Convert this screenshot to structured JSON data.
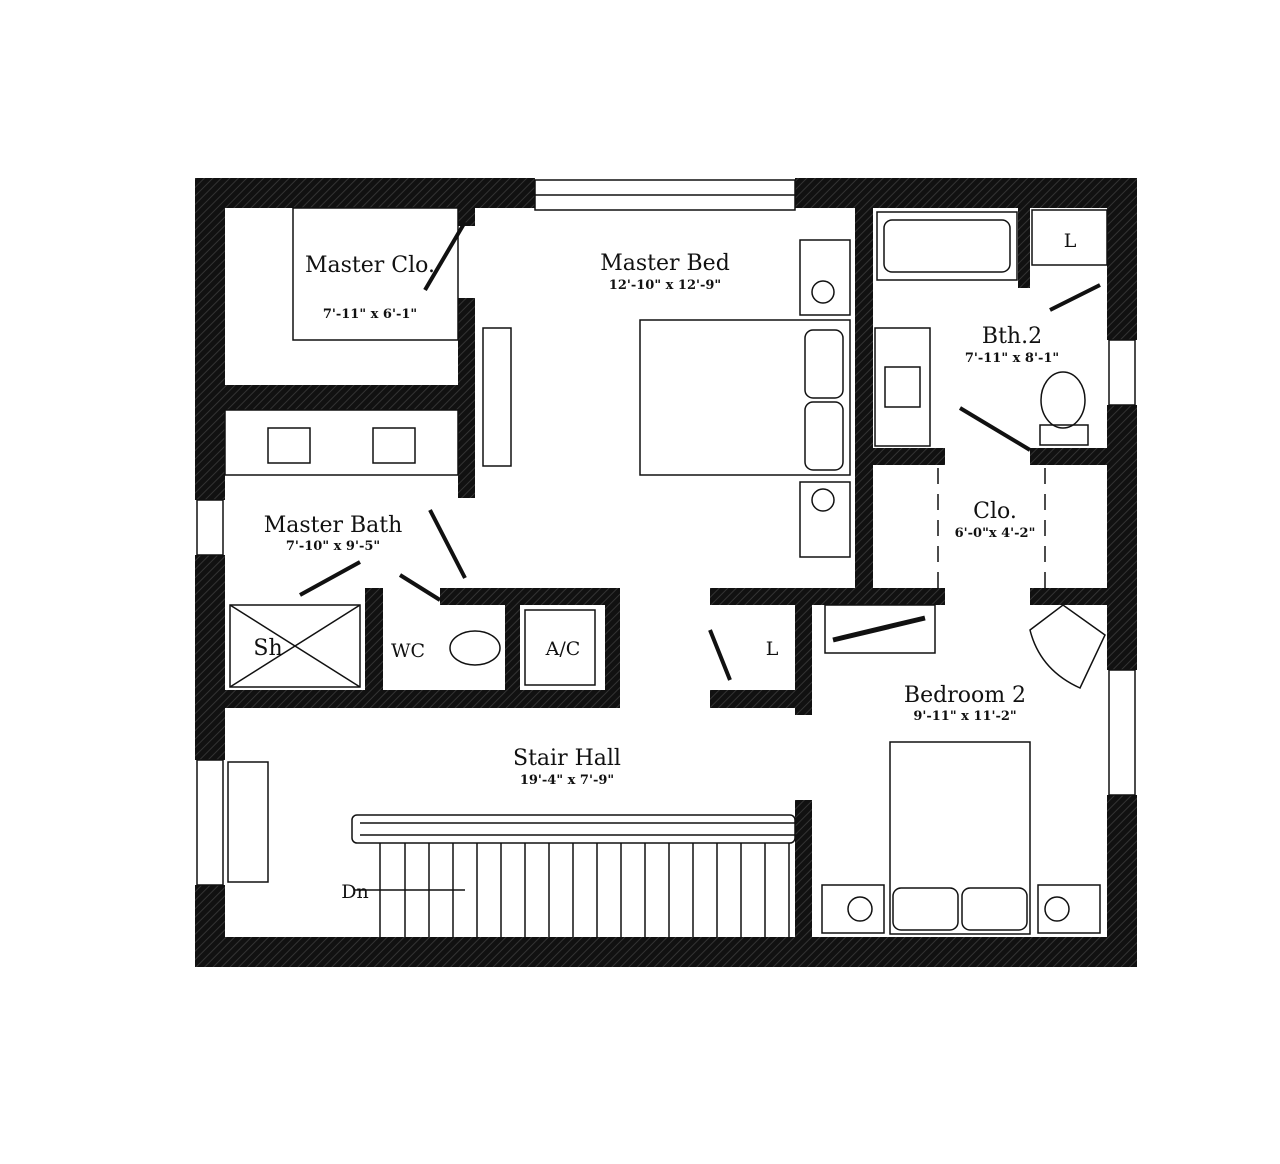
{
  "rooms": [
    {
      "name": "Master Clo.",
      "dims": "7'-11\" x 6'-1\""
    },
    {
      "name": "Master Bed",
      "dims": "12'-10\" x 12'-9\""
    },
    {
      "name": "Bth.2",
      "dims": "7'-11\" x 8'-1\""
    },
    {
      "name": "Master Bath",
      "dims": "7'-10\" x 9'-5\""
    },
    {
      "name": "Clo.",
      "dims": "6'-0\"x 4'-2\""
    },
    {
      "name": "Bedroom 2",
      "dims": "9'-11\" x 11'-2\""
    },
    {
      "name": "Stair Hall",
      "dims": "19'-4\" x 7'-9\""
    }
  ],
  "fixtures": {
    "shower": "Sh",
    "wc": "WC",
    "ac": "A/C",
    "linen1": "L",
    "linen2": "L",
    "stair_down": "Dn"
  },
  "colors": {
    "wall": "#111111",
    "background": "#ffffff"
  }
}
